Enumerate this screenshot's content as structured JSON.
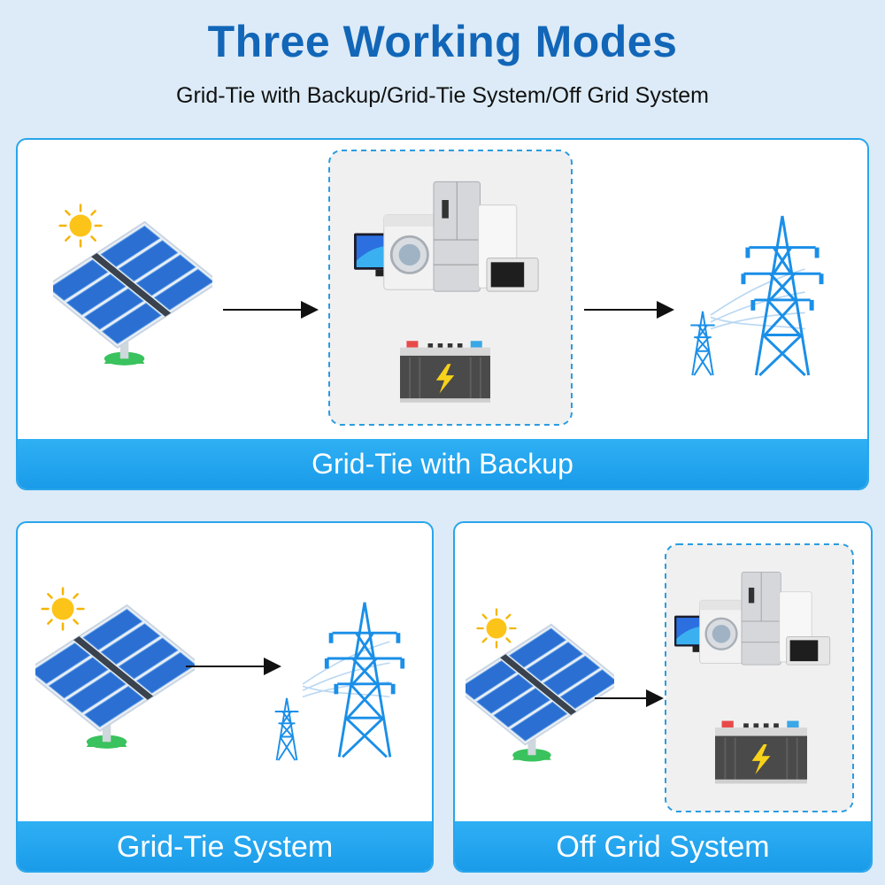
{
  "header": {
    "title": "Three Working Modes",
    "subtitle": "Grid-Tie with Backup/Grid-Tie System/Off Grid System"
  },
  "modes": [
    {
      "label": "Grid-Tie with Backup",
      "components": [
        "sun-icon",
        "solar-panel",
        "appliances",
        "battery",
        "power-grid"
      ]
    },
    {
      "label": "Grid-Tie System",
      "components": [
        "sun-icon",
        "solar-panel",
        "power-grid"
      ]
    },
    {
      "label": "Off Grid System",
      "components": [
        "sun-icon",
        "solar-panel",
        "appliances",
        "battery"
      ]
    }
  ],
  "colors": {
    "accent": "#1266b8",
    "band": "#1fa3ee",
    "panel_cell": "#2a6fd1",
    "tower": "#1a8fe8",
    "battery_body": "#4a4a4a",
    "bolt": "#f7d21a"
  }
}
